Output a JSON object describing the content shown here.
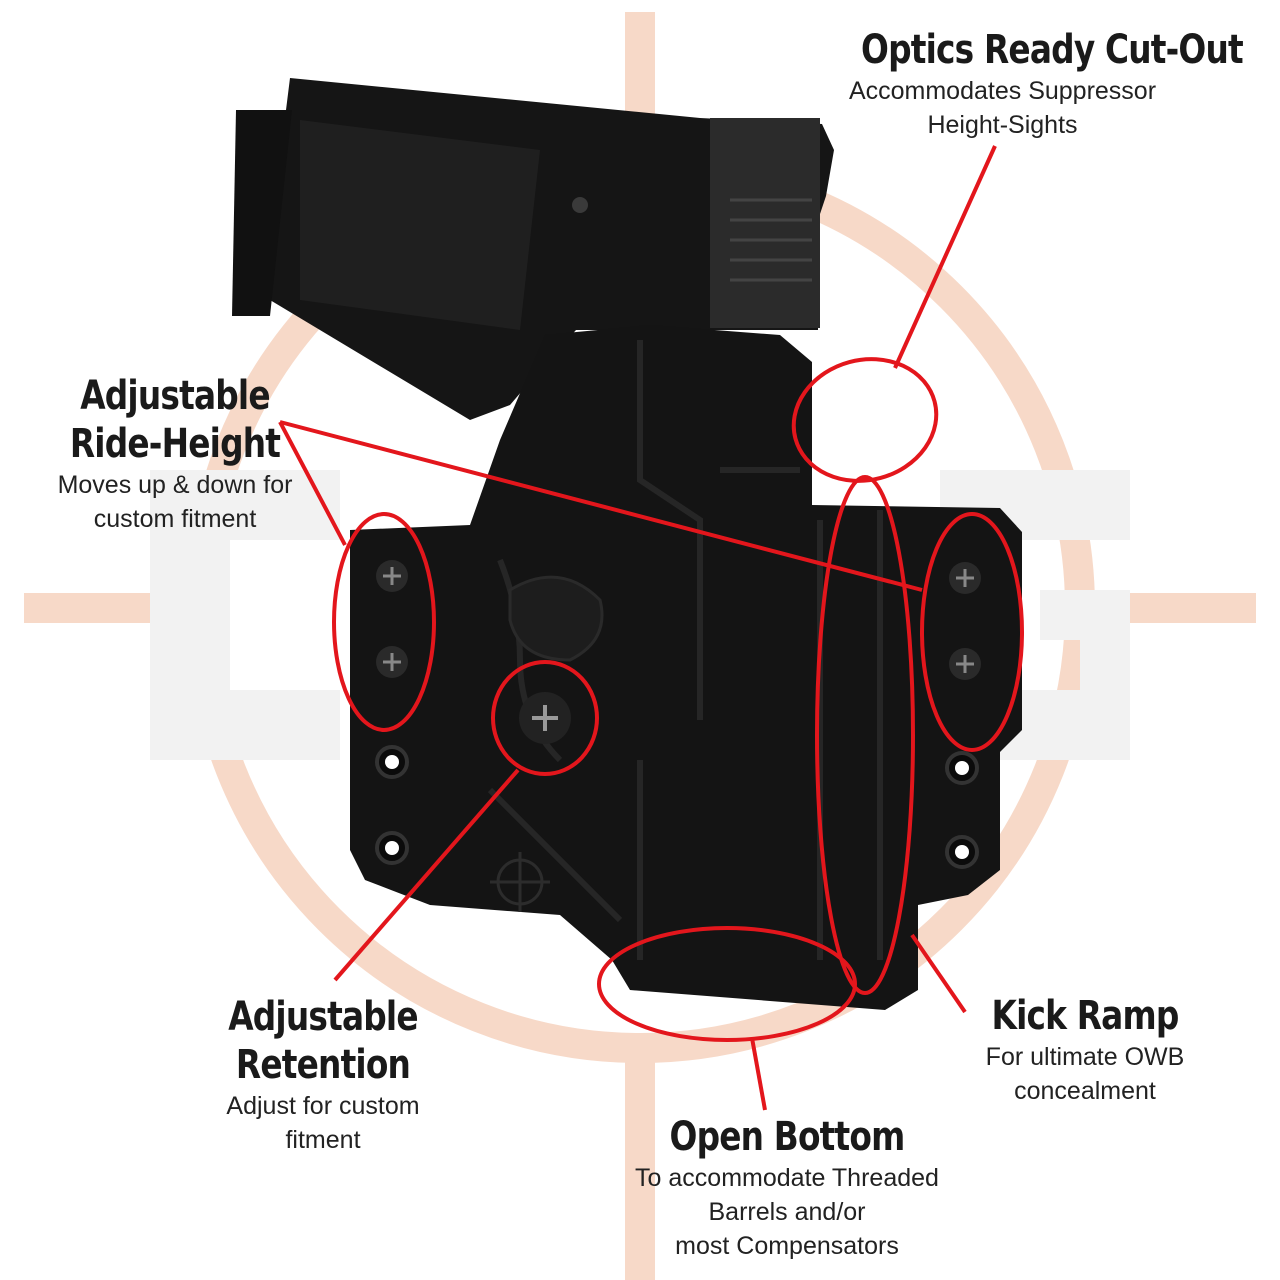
{
  "colors": {
    "background": "#ffffff",
    "watermark": "#f7d9c8",
    "watermark_logo": "#f2f2f2",
    "holster": "#141414",
    "annotation": "#e3161c",
    "text": "#1a1a1a"
  },
  "icons": {
    "brand_mark": "C&G",
    "screw": "phillips-screw-icon",
    "eyelet": "eyelet-hole-icon"
  },
  "callouts": {
    "optics": {
      "title": "Optics Ready Cut-Out",
      "sub": [
        "Accommodates Suppressor",
        "Height-Sights"
      ]
    },
    "ride_height": {
      "title": [
        "Adjustable",
        "Ride-Height"
      ],
      "sub": [
        "Moves up & down for",
        "custom fitment"
      ]
    },
    "retention": {
      "title": [
        "Adjustable",
        "Retention"
      ],
      "sub": [
        "Adjust for custom",
        "fitment"
      ]
    },
    "kick_ramp": {
      "title": "Kick Ramp",
      "sub": [
        "For ultimate OWB",
        "concealment"
      ]
    },
    "open_bottom": {
      "title": "Open Bottom",
      "sub": [
        "To accommodate Threaded",
        "Barrels and/or",
        "most Compensators"
      ]
    }
  }
}
